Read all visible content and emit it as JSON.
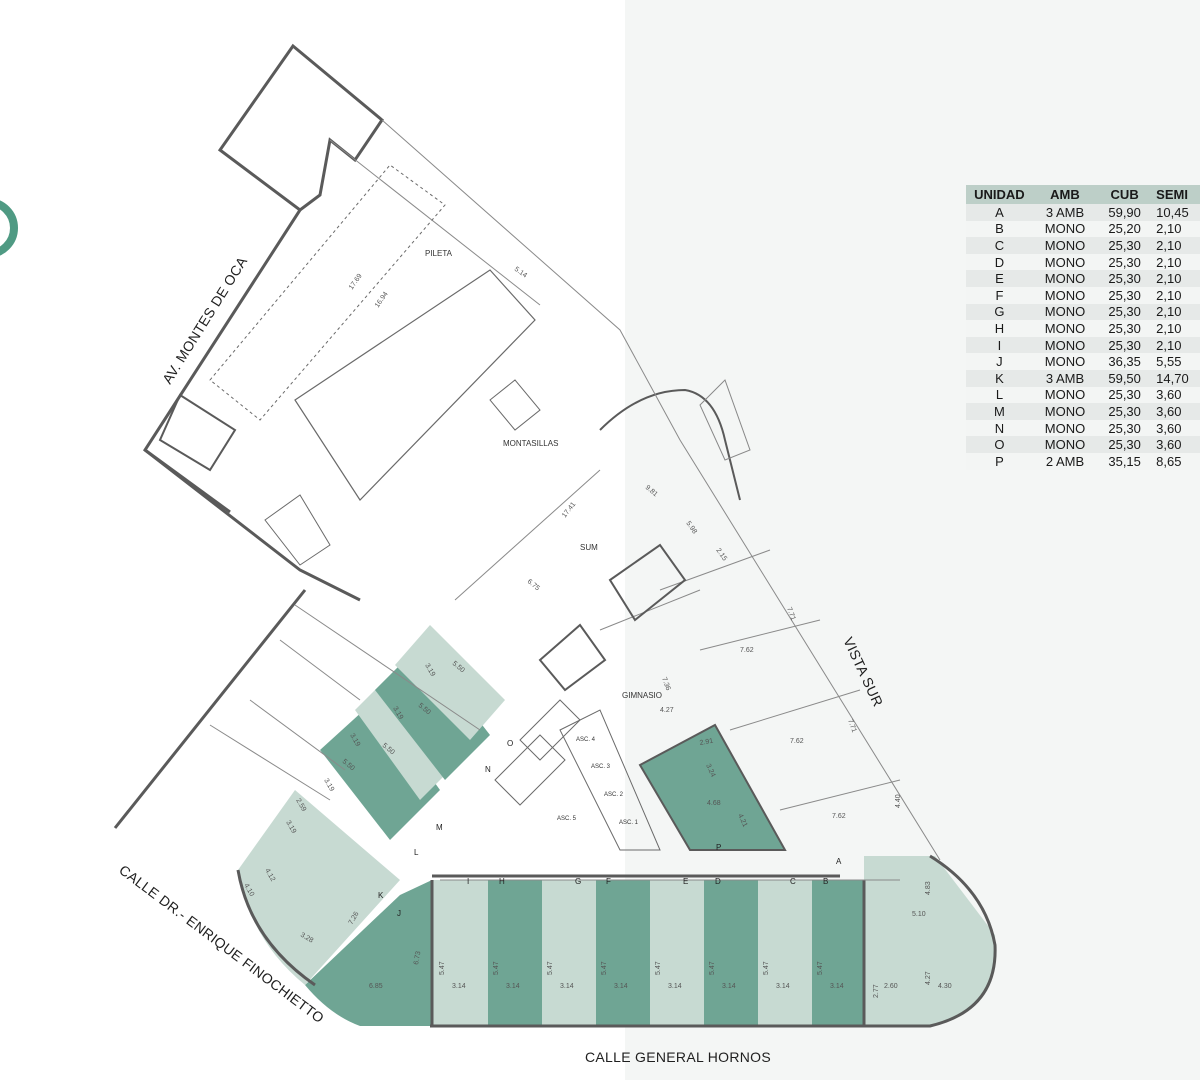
{
  "streets": {
    "av_montes_de_oca": "AV. MONTES DE OCA",
    "vista_sur": "VISTA SUR",
    "calle_finochietto": "CALLE DR.- ENRIQUE FINOCHIETTO",
    "calle_general_hornos": "CALLE GENERAL HORNOS"
  },
  "rooms": {
    "pileta": "PILETA",
    "montasillas": "MONTASILLAS",
    "sum": "SUM",
    "gimnasio": "GIMNASIO",
    "asc4": "ASC. 4",
    "asc3": "ASC. 3",
    "asc2": "ASC. 2",
    "asc1": "ASC. 1",
    "asc5": "ASC. 5"
  },
  "dimensions": {
    "d_514": "5.14",
    "d_1769": "17.69",
    "d_1694": "16.94",
    "d_1741": "17.41",
    "d_981": "9.81",
    "d_598": "5.98",
    "d_215": "2.15",
    "d_675": "6.75",
    "d_771a": "7.71",
    "d_762a": "7.62",
    "d_771b": "7.71",
    "d_762b": "7.62",
    "d_762c": "7.62",
    "d_440": "4.40",
    "d_736": "7.36",
    "d_427a": "4.27",
    "d_291": "2.91",
    "d_324": "3.24",
    "d_468": "4.68",
    "d_421": "4.21",
    "d_483": "4.83",
    "d_510": "5.10",
    "d_427b": "4.27",
    "d_430": "4.30",
    "d_260": "2.60",
    "d_277": "2.77",
    "d_685": "6.85",
    "d_673": "6.73",
    "d_726": "7.26",
    "d_328": "3.28",
    "d_410": "4.10",
    "d_412": "4.12",
    "d_259": "2.59",
    "d_319a": "3.19",
    "d_550a": "5.50",
    "d_319b": "3.19",
    "d_550b": "5.50",
    "d_319c": "3.19",
    "d_550c": "5.50",
    "d_319d": "3.19",
    "d_550d": "5.50",
    "d_547": "5.47",
    "d_314": "3.14"
  },
  "unit_labels": [
    "A",
    "B",
    "C",
    "D",
    "E",
    "F",
    "G",
    "H",
    "I",
    "J",
    "K",
    "L",
    "M",
    "N",
    "O",
    "P"
  ],
  "table": {
    "headers": [
      "UNIDAD",
      "AMB",
      "CUB",
      "SEMI"
    ],
    "rows": [
      [
        "A",
        "3 AMB",
        "59,90",
        "10,45"
      ],
      [
        "B",
        "MONO",
        "25,20",
        "2,10"
      ],
      [
        "C",
        "MONO",
        "25,30",
        "2,10"
      ],
      [
        "D",
        "MONO",
        "25,30",
        "2,10"
      ],
      [
        "E",
        "MONO",
        "25,30",
        "2,10"
      ],
      [
        "F",
        "MONO",
        "25,30",
        "2,10"
      ],
      [
        "G",
        "MONO",
        "25,30",
        "2,10"
      ],
      [
        "H",
        "MONO",
        "25,30",
        "2,10"
      ],
      [
        "I",
        "MONO",
        "25,30",
        "2,10"
      ],
      [
        "J",
        "MONO",
        "36,35",
        "5,55"
      ],
      [
        "K",
        "3 AMB",
        "59,50",
        "14,70"
      ],
      [
        "L",
        "MONO",
        "25,30",
        "3,60"
      ],
      [
        "M",
        "MONO",
        "25,30",
        "3,60"
      ],
      [
        "N",
        "MONO",
        "25,30",
        "3,60"
      ],
      [
        "O",
        "MONO",
        "25,30",
        "3,60"
      ],
      [
        "P",
        "2 AMB",
        "35,15",
        "8,65"
      ]
    ]
  },
  "colors": {
    "wall": "#5a5a5a",
    "unit_dark": "#6fa594",
    "unit_light": "#c7dad2",
    "badge": "#4f9a83",
    "table_header": "#bdcfc8"
  }
}
